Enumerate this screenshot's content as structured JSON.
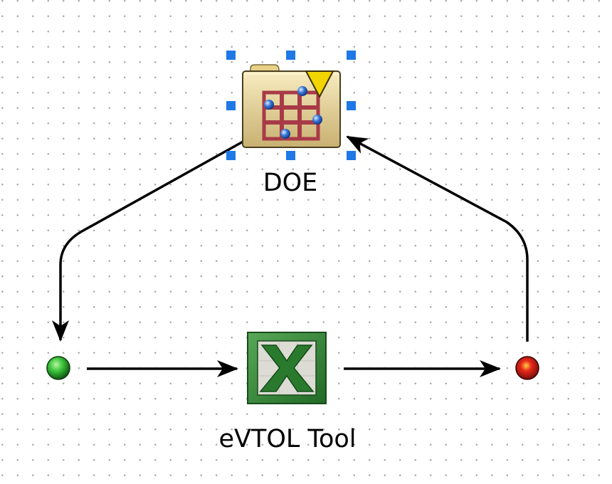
{
  "diagram": {
    "nodes": {
      "doe": {
        "label": "DOE",
        "icon": "doe-folder-icon",
        "selected": true
      },
      "evtol": {
        "label": "eVTOL Tool",
        "icon": "excel-icon"
      },
      "start": {
        "icon": "start-node-icon"
      },
      "end": {
        "icon": "end-node-icon"
      }
    },
    "connections": [
      {
        "from": "doe",
        "to": "start"
      },
      {
        "from": "start",
        "to": "evtol"
      },
      {
        "from": "evtol",
        "to": "end"
      },
      {
        "from": "end",
        "to": "doe"
      }
    ],
    "colors": {
      "grid_dot": "#a8a8a8",
      "selection_handle": "#1e78e6",
      "start_node": "#3cc43c",
      "end_node": "#e82a1a",
      "excel_green": "#3c8a3c",
      "folder": "#e8d8a0",
      "grid_icon": "#a83a48",
      "arrow": "#000000"
    }
  }
}
